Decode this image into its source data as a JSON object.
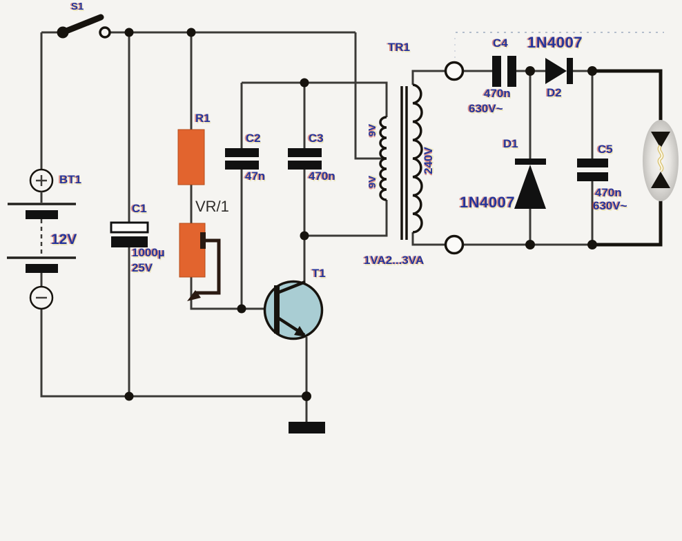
{
  "diagram_type": "circuit-schematic",
  "colors": {
    "background": "#f5f4f1",
    "wire": "#3b3a37",
    "heavy_wire": "#16130e",
    "resistor_fill": "#e2622b",
    "transistor_fill": "#a9cdd3",
    "label_blue": "#25359b",
    "lamp_glow": "#e6d48a"
  },
  "components": {
    "switch": {
      "ref": "S1"
    },
    "battery": {
      "ref": "BT1",
      "voltage": "12V"
    },
    "c1": {
      "ref": "C1",
      "capacitance": "1000µ",
      "rating": "25V"
    },
    "r1": {
      "ref": "R1"
    },
    "vr1": {
      "ref": "VR/1"
    },
    "c2": {
      "ref": "C2",
      "capacitance": "47n"
    },
    "c3": {
      "ref": "C3",
      "capacitance": "470n"
    },
    "transistor": {
      "ref": "T1"
    },
    "transformer": {
      "ref": "TR1",
      "primary_top": "9V",
      "primary_bottom": "9V",
      "secondary": "240V",
      "power_rating": "1VA2...3VA"
    },
    "c4": {
      "ref": "C4",
      "capacitance": "470n",
      "rating": "630V~"
    },
    "d2": {
      "ref": "D2",
      "part_number": "1N4007"
    },
    "d1": {
      "ref": "D1",
      "part_number": "1N4007"
    },
    "c5": {
      "ref": "C5",
      "capacitance": "470n",
      "rating": "630V~"
    }
  }
}
